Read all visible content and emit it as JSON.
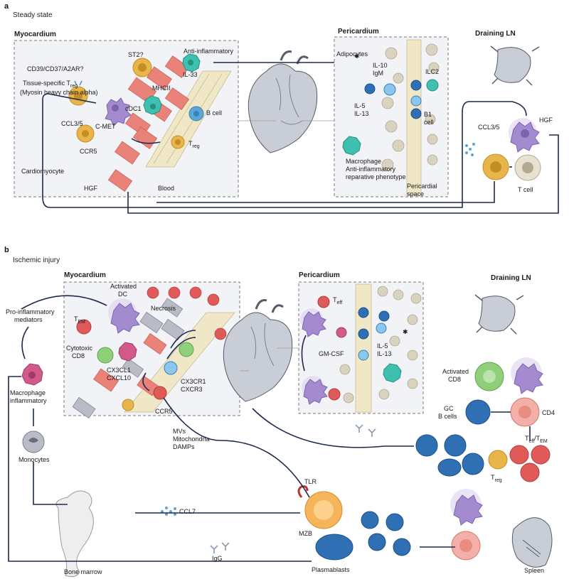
{
  "panel_a": {
    "letter": "a",
    "state": "Steady state",
    "myocardium": {
      "title": "Myocardium",
      "cd39": "CD39/CD37/A2AR?",
      "st2": "ST2?",
      "anti_inflammatory": "Anti-inflammatory",
      "treg_line1": "Tissue-specific T",
      "treg_sub": "reg",
      "treg_line2": "(Myosin heavy chain alpha)",
      "il33": "IL-33",
      "mhcii": "MHCII",
      "cdc1": "cDC1",
      "b_cell": "B cell",
      "ccl35": "CCL3/5",
      "cmet": "C-MET",
      "ccr5": "CCR5",
      "treg2": "T",
      "treg2_sub": "reg",
      "cardiomyocyte": "Cardiomyocyte",
      "hgf": "HGF",
      "blood": "Blood"
    },
    "pericardium": {
      "title": "Pericardium",
      "adipocytes": "Adipocytes",
      "il10": "IL-10",
      "igm": "IgM",
      "ilc2": "ILC2",
      "il5": "IL-5",
      "il13": "IL-13",
      "b1_line1": "B1",
      "b1_line2": "cell",
      "macro1": "Macrophage",
      "macro2": "Anti-inflammatory",
      "macro3": "reparative phenotype",
      "space1": "Pericardial",
      "space2": "space"
    },
    "ln": {
      "title": "Draining LN",
      "hgf": "HGF",
      "ccl35": "CCL3/5",
      "tcell": "T cell"
    }
  },
  "panel_b": {
    "letter": "b",
    "state": "Ischemic injury",
    "myocardium": {
      "title": "Myocardium",
      "activated1": "Activated",
      "activated2": "DC",
      "tem": "T",
      "tem_sub": "EM",
      "necrosis": "Necrosis",
      "cytotoxic1": "Cytotoxic",
      "cytotoxic2": "CD8",
      "cx3cl1": "CX3CL1",
      "cxcl10": "CXCL10",
      "cx3cr1": "CX3CR1",
      "cxcr3": "CXCR3",
      "ccr5": "CCR5"
    },
    "left": {
      "pro1": "Pro-inflammatory",
      "pro2": "mediators",
      "mac1": "Macrophage",
      "mac2": "inflammatory",
      "monocytes": "Monocytes",
      "bone_marrow": "Bone marrow"
    },
    "pericardium": {
      "title": "Pericardium",
      "teff": "T",
      "teff_sub": "eff",
      "gmcsf": "GM-CSF",
      "il5": "IL-5",
      "il13": "IL-13"
    },
    "ln": {
      "title": "Draining LN",
      "activated1": "Activated",
      "activated2": "CD8",
      "gc1": "GC",
      "gc2": "B cells",
      "cd4": "CD4",
      "teff_a": "T",
      "teff_a_sub": "eff",
      "teff_slash": "/T",
      "teff_b_sub": "EM",
      "treg": "T",
      "treg_sub": "reg"
    },
    "bottom": {
      "mvs": "MVs",
      "mito": "Mitochondria",
      "damps": "DAMPs",
      "tlr": "TLR",
      "mzb": "MZB",
      "ccl7": "CCL7",
      "igg": "IgG",
      "plasmablasts": "Plasmablasts",
      "spleen": "Spleen"
    }
  },
  "colors": {
    "arrow": "#1d2a4d",
    "box_fill": "#f2f3f6",
    "cardiomyocyte": "#e9837a",
    "treg": "#e8b54a",
    "dc": "#a48bd0",
    "macrophage_anti": "#3fbfb0",
    "bcell": "#5aa6d8",
    "cd8": "#8fcf7a",
    "effector": "#e05a5a",
    "macrophage_pro": "#d25a8a",
    "blood_vessel": "#efe7c6",
    "adipocyte": "#d9d2bf",
    "monocyte": "#8e8e99"
  }
}
